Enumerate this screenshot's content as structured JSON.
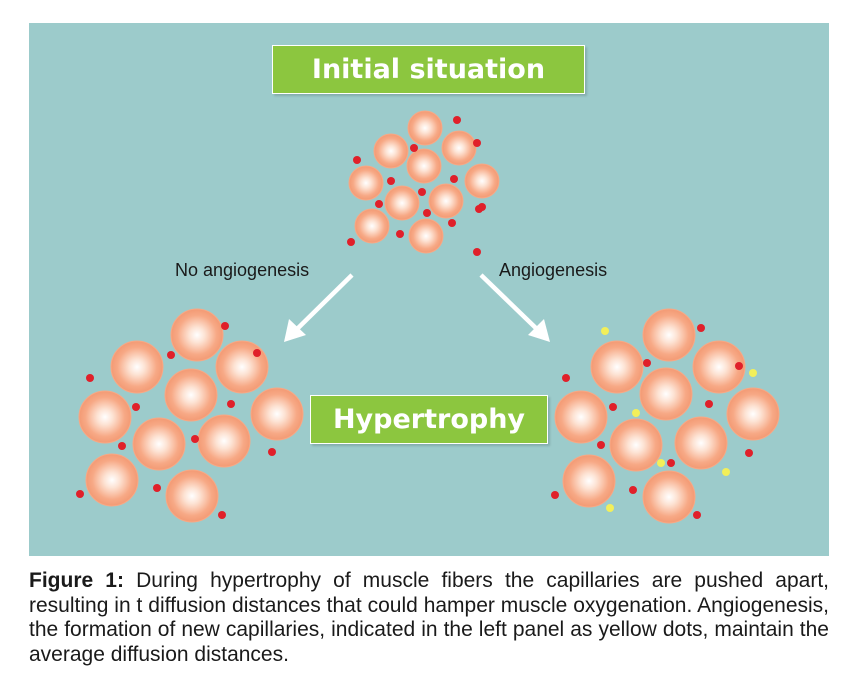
{
  "diagram": {
    "initial_title": "Initial situation",
    "hypertrophy_title": "Hypertrophy",
    "left_branch_label": "No angiogenesis",
    "right_branch_label": "Angiogenesis",
    "colors": {
      "panel_background": "#9ccbcb",
      "title_box": "#8cc63f",
      "muscle_fiber": "#f7a986",
      "capillary": "#e0202a",
      "new_capillary": "#f2ef5a",
      "arrow": "#ffffff"
    }
  },
  "caption": {
    "label": "Figure 1:",
    "text": " During hypertrophy of muscle fibers the capillaries are pushed apart, resulting in t diffusion distances that could hamper muscle oxygenation. Angiogenesis, the formation of new capillaries, indicated in the left panel as yellow dots, maintain the average diffusion distances."
  }
}
